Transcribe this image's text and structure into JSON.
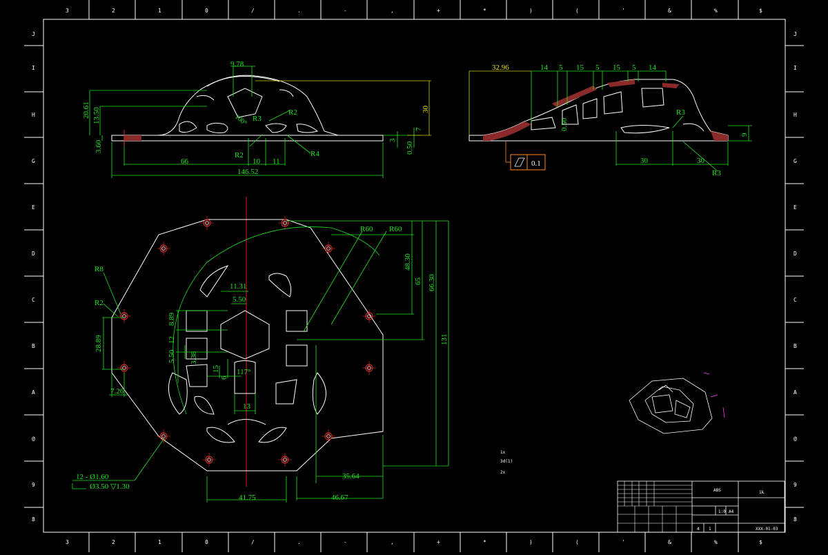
{
  "drawing": {
    "top_border_labels": [
      "3",
      "2",
      "1",
      "0",
      "/",
      ".",
      "-",
      ",",
      "+",
      "*",
      ")",
      "(",
      "'",
      "&",
      "%",
      "$"
    ],
    "bottom_border_labels": [
      "3",
      "2",
      "1",
      "0",
      "/",
      ".",
      "-",
      ",",
      "+",
      "*",
      ")",
      "(",
      "'",
      "&",
      "%",
      "$"
    ],
    "left_border_labels": [
      "J",
      "I",
      "H",
      "G",
      "E",
      "D",
      "C",
      "B",
      "A",
      "@",
      "9",
      "8"
    ],
    "right_border_labels": [
      "J",
      "I",
      "H",
      "G",
      "E",
      "D",
      "C",
      "B",
      "A",
      "@",
      "9",
      "8"
    ],
    "front_view": {
      "dims": [
        "9.78",
        "20.61",
        "13.50",
        "30",
        "R3",
        "R2",
        "100°",
        "3.60",
        "66",
        "R2",
        "10",
        "11",
        "R4",
        "3",
        "0.50",
        "7",
        "146.52"
      ]
    },
    "side_view": {
      "dims": [
        "32.96",
        "14",
        "5",
        "15",
        "5",
        "15",
        "5",
        "14",
        "R3",
        "0.50",
        "9",
        "30",
        "30",
        "R3"
      ],
      "tolerance": "0.1"
    },
    "plan_view": {
      "dims": [
        "R8",
        "R2",
        "28.89",
        "7.26",
        "11.31",
        "5.50",
        "8.89",
        "12",
        "5.50",
        "3.38",
        "15",
        "6",
        "117°",
        "13",
        "R60",
        "R60",
        "48.30",
        "65",
        "66.30",
        "131",
        "35.64",
        "41.75",
        "46.67"
      ],
      "hole_callout_1": "12 - Ø1.60",
      "hole_callout_2": "Ø3.50 ▽1.30"
    },
    "notes": [
      "1x",
      "3d(1)",
      "2x"
    ],
    "title_block": {
      "cells": [
        "ABS",
        "1k",
        "1:0",
        "A4",
        "4",
        "1",
        "XXX-01-03"
      ]
    }
  }
}
